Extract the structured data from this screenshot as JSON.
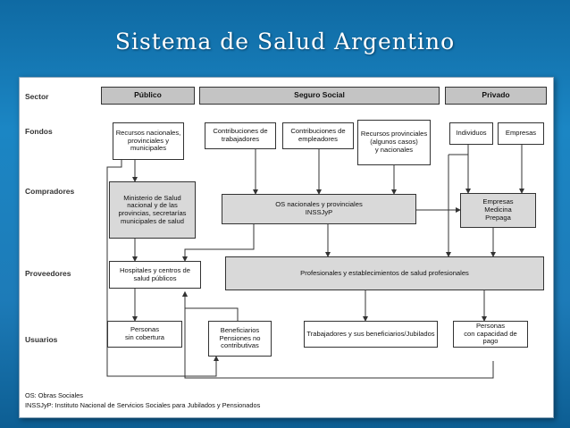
{
  "title": "Sistema de Salud Argentino",
  "rows": {
    "sector": "Sector",
    "fondos": "Fondos",
    "compradores": "Compradores",
    "proveedores": "Proveedores",
    "usuarios": "Usuarios"
  },
  "headers": {
    "publico": "Público",
    "seguro_social": "Seguro Social",
    "privado": "Privado"
  },
  "fondos": {
    "recursos_nacionales": "Recursos nacionales,\nprovinciales y\nmunicipales",
    "contribuciones_trabajadores": "Contribuciones de\ntrabajadores",
    "contribuciones_empleadores": "Contribuciones de\nempleadores",
    "recursos_provinciales": "Recursos provinciales\n(algunos casos)\ny nacionales",
    "individuos": "Individuos",
    "empresas": "Empresas"
  },
  "compradores": {
    "ministerio": "Ministerio de Salud\nnacional y de las\nprovincias, secretarías\nmunicipales de salud",
    "os": "OS nacionales y provinciales\nINSSJyP",
    "empresas_prepaga": "Empresas\nMedicina\nPrepaga"
  },
  "proveedores": {
    "hospitales": "Hospitales y centros de\nsalud públicos",
    "profesionales": "Profesionales y establecimientos de salud profesionales"
  },
  "usuarios": {
    "sin_cobertura": "Personas\nsin cobertura",
    "beneficiarios": "Beneficiarios\nPensiones no\ncontributivas",
    "trabajadores": "Trabajadores y sus beneficiarios/Jubilados",
    "capacidad_pago": "Personas\ncon capacidad de\npago"
  },
  "legend": {
    "os": "OS: Obras Sociales",
    "inssjyp": "INSSJyP: Instituto Nacional de Servicios Sociales para Jubilados y Pensionados"
  }
}
